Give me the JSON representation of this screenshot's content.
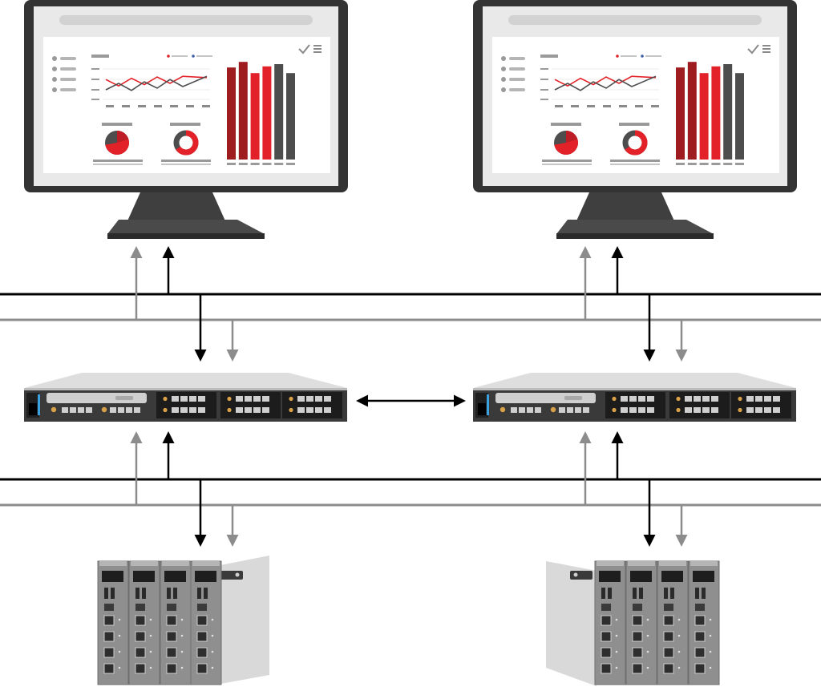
{
  "diagram": {
    "description_visible_text": "",
    "colors": {
      "accent_red": "#e32129",
      "dark_red": "#9e1b20",
      "dark_gray": "#4d4d4d",
      "monitor_body": "#333333",
      "screen_bg": "#f1f1f1",
      "panel_bg": "#ffffff",
      "black_line": "#000000",
      "gray_line": "#8c8c8c",
      "rack_front": "#3a3a3a",
      "rack_top": "#dedede",
      "module_body": "#8f8f8f",
      "enclosure": "#d9d9d9"
    },
    "icons": {
      "workstation": "monitor-icon",
      "server": "rack-server-icon",
      "io_hardware": "io-module-rack-icon"
    },
    "dashboard": {
      "bar_values": [
        0.82,
        0.87,
        0.77,
        0.83,
        0.85,
        0.77
      ],
      "bar_colors": [
        "#9e1b20",
        "#9e1b20",
        "#e32129",
        "#e32129",
        "#4d4d4d",
        "#4d4d4d"
      ],
      "red_line_values": [
        0.62,
        0.42,
        0.66,
        0.46,
        0.7,
        0.5,
        0.72,
        0.68
      ],
      "gray_line_values": [
        0.3,
        0.5,
        0.28,
        0.55,
        0.35,
        0.62,
        0.4,
        0.72
      ],
      "pie_fraction_red": 0.72,
      "donut_fraction_red": 0.65
    },
    "io_rack_left_modules": 4,
    "io_rack_right_modules": 4
  }
}
